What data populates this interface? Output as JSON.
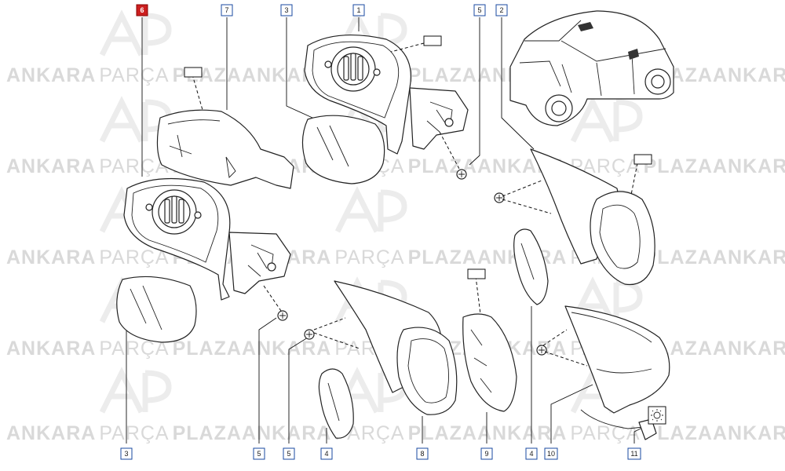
{
  "watermark": {
    "word_bold_1": "ANKARA",
    "word_light": "PARÇA",
    "word_bold_2": "PLAZA"
  },
  "callouts": {
    "c6": "6",
    "c7": "7",
    "c3_top": "3",
    "c1": "1",
    "c5_top": "5",
    "c2": "2",
    "c3_bottom": "3",
    "c5_bottom_a": "5",
    "c5_bottom_b": "5",
    "c4_bottom": "4",
    "c8": "8",
    "c9": "9",
    "c4_right": "4",
    "c10": "10",
    "c11": "11"
  },
  "colors": {
    "active_callout": "#cc1f1f",
    "callout_border": "#1a4aa0",
    "watermark": "#d9d9d9"
  }
}
